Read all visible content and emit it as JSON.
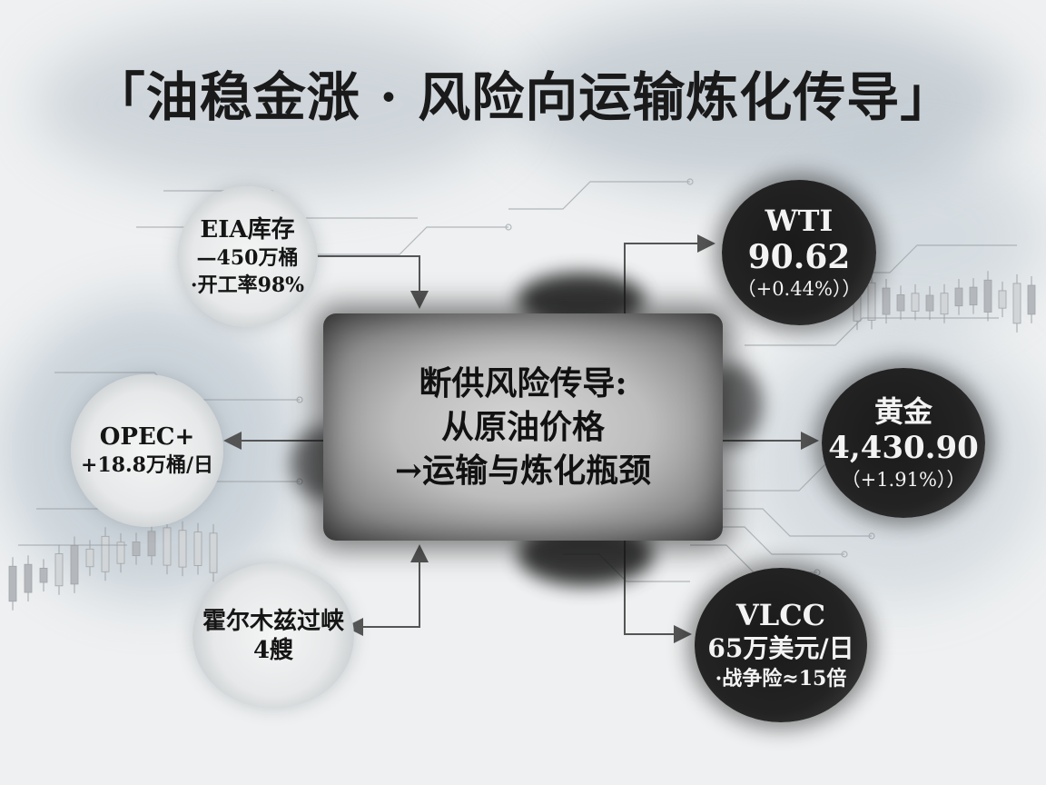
{
  "title": "「油稳金涨 · 风险向运输炼化传导」",
  "center": {
    "line1": "断供风险传导:",
    "line2": "从原油价格",
    "line3": "→运输与炼化瓶颈"
  },
  "nodes": {
    "eia": {
      "line1": "EIA库存",
      "line2": "—450万桶",
      "line3": "·开工率98%"
    },
    "opec": {
      "line1": "OPEC+",
      "line2": "+18.8万桶/日"
    },
    "hormuz": {
      "line1": "霍尔木兹过峡",
      "line2": "4艘"
    },
    "wti": {
      "line1": "WTI",
      "line2": "90.62",
      "line3": "（+0.44%））"
    },
    "gold": {
      "line1": "黄金",
      "line2": "4,430.90",
      "line3": "（+1.91%））"
    },
    "vlcc": {
      "line1": "VLCC",
      "line2": "65万美元/日",
      "line3": "·战争险≈15倍"
    }
  },
  "colors": {
    "ink": "#1a1a1a",
    "paper": "#eef0f1",
    "wash": "#8fa3b3",
    "line": "#555555"
  },
  "icons": [
    "arrow-icon"
  ]
}
